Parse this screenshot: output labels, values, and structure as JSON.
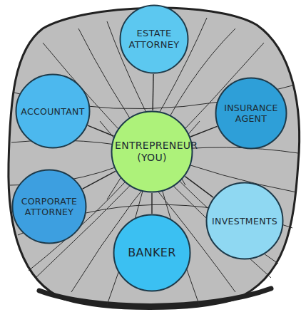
{
  "diagram": {
    "nodes": [
      {
        "text": [
          "ESTATE ATTORNEY"
        ]
      },
      {
        "text": [
          "ACCOUNTANT"
        ]
      },
      {
        "text": [
          "INSURANCE AGENT"
        ]
      },
      {
        "text": [
          "ENTREPRENEUR (YOU)"
        ]
      },
      {
        "text": [
          "CORPORATE ATTORNEY"
        ]
      },
      {
        "text": [
          "INVESTMENTS"
        ]
      },
      {
        "text": [
          "BANKER"
        ]
      }
    ],
    "edges": [
      {
        "from": 3,
        "to": 0,
        "arrow": "none"
      },
      {
        "from": 3,
        "to": 1,
        "arrow": "none"
      },
      {
        "from": 3,
        "to": 2,
        "arrow": "none"
      },
      {
        "from": 3,
        "to": 4,
        "arrow": "none"
      },
      {
        "from": 3,
        "to": 5,
        "arrow": "none"
      },
      {
        "from": 3,
        "to": 6,
        "arrow": "none"
      }
    ]
  }
}
